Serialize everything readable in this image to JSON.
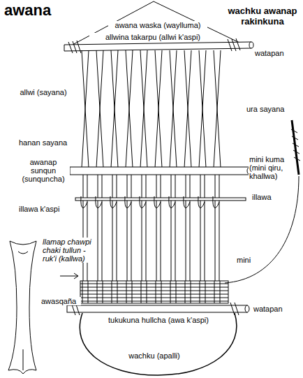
{
  "diagram": {
    "title": "awana",
    "labels": [
      "wachku awanap rakinkuna",
      "awana waska (waylluma)",
      "allwina takarpu (allwi k'aspi)",
      "watapan",
      "allwi (sayana)",
      "ura sayana",
      "hanan sayana",
      "mini kuma (mini qiru, khallwa)",
      "awanap sunqun (sunquncha)",
      "illawa",
      "illawa k'aspi",
      "llamap chawpi chaki tullun - ruk'i (kallwa)",
      "mini",
      "awasqaña",
      "watapan",
      "tukukuna hullcha (awa k'aspi)",
      "wachku (apalli)"
    ]
  }
}
